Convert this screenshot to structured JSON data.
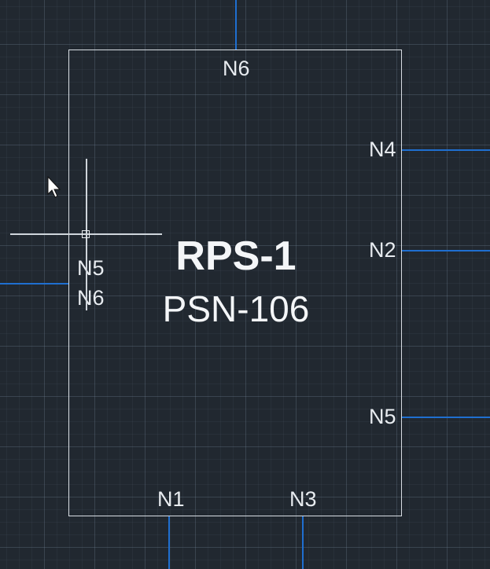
{
  "block": {
    "name": "RPS-1",
    "model": "PSN-106"
  },
  "pins": {
    "top": "N6",
    "right_upper": "N4",
    "right_middle": "N2",
    "right_lower": "N5",
    "bottom_left": "N1",
    "bottom_right": "N3",
    "left_upper": "N5",
    "left_lower": "N6"
  },
  "colors": {
    "background": "#212830",
    "wire": "#1f6fd0",
    "outline": "#d8dde3",
    "text": "#e8ecf0"
  },
  "icons": {
    "cursor": "arrow-pointer-icon",
    "crosshair": "crosshair-cursor-icon"
  }
}
